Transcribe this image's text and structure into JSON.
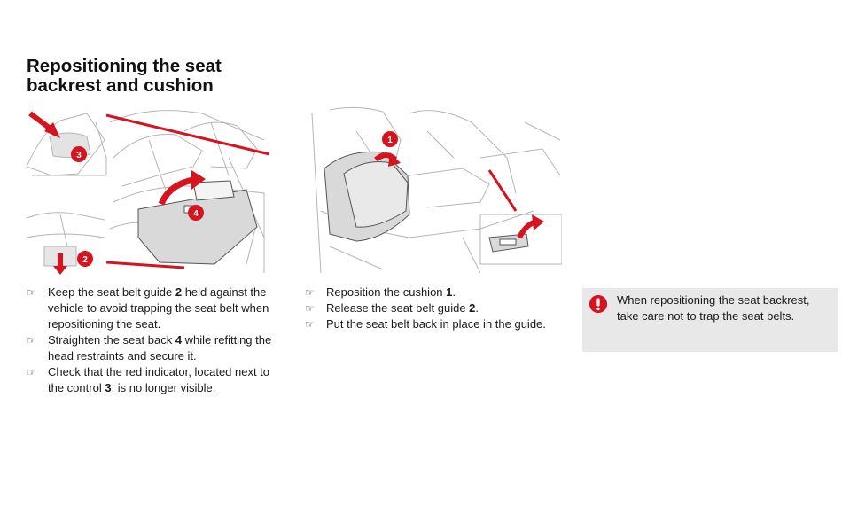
{
  "heading": {
    "line1": "Repositioning the seat",
    "line2": "backrest and cushion"
  },
  "figure_left": {
    "callouts": [
      "3",
      "4",
      "2"
    ]
  },
  "figure_right": {
    "callouts": [
      "1"
    ]
  },
  "col1": {
    "items": [
      {
        "pre": "Keep the seat belt guide ",
        "bold": "2",
        "post": " held against the vehicle to avoid trapping the seat belt when repositioning the seat."
      },
      {
        "pre": "Straighten the seat back ",
        "bold": "4",
        "post": " while refitting the head restraints and secure it."
      },
      {
        "pre": "Check that the red indicator, located next to the control ",
        "bold": "3",
        "post": ", is no longer visible."
      }
    ]
  },
  "col2": {
    "items": [
      {
        "pre": "Reposition the cushion ",
        "bold": "1",
        "post": "."
      },
      {
        "pre": "Release the seat belt guide ",
        "bold": "2",
        "post": "."
      },
      {
        "pre": "Put the seat belt back in place in the guide.",
        "bold": "",
        "post": ""
      }
    ]
  },
  "warning": {
    "text": "When repositioning the seat backrest, take care not to trap the seat belts."
  },
  "colors": {
    "accent_red": "#d6141f",
    "warning_bg": "#e8e8e8"
  },
  "icons": {
    "bullet": "pointing-hand-icon",
    "warning": "exclamation-icon"
  }
}
